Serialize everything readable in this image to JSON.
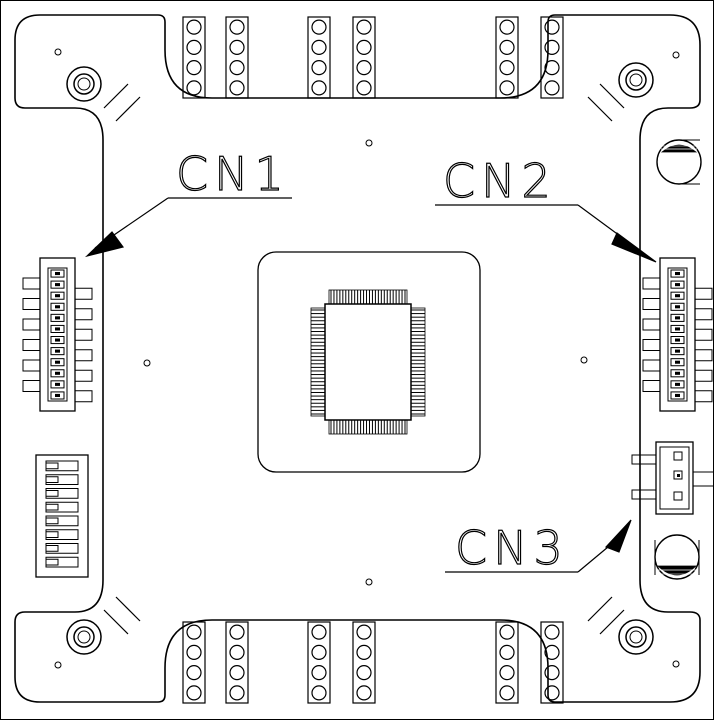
{
  "diagram": {
    "labels": {
      "cn1": "CN1",
      "cn2": "CN2",
      "cn3": "CN3"
    },
    "header_pins_per_column": 4,
    "cn1_pin_count": 12,
    "cn2_pin_count": 12,
    "dip_switch_positions": 8,
    "cn3_pin_count": 3,
    "ink_color": "#000000",
    "background_color": "#ffffff"
  }
}
